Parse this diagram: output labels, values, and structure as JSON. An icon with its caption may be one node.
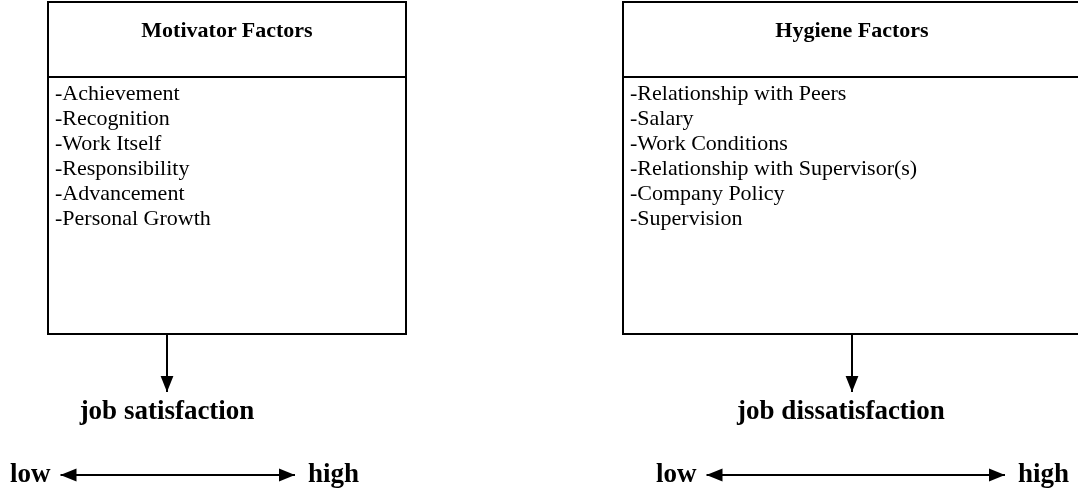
{
  "diagram": {
    "nodes": [
      {
        "text": [
          "Motivator Factors",
          "-Achievement",
          "-Recognition",
          "-Work Itself",
          "-Responsibility",
          "-Advancement",
          "-Personal Growth"
        ]
      },
      {
        "text": [
          "job satisfaction"
        ]
      },
      {
        "text": [
          "low"
        ]
      },
      {
        "text": [
          "high"
        ]
      },
      {
        "text": [
          "Hygiene Factors",
          "-Relationship with Peers",
          "-Salary",
          "-Work Conditions",
          "-Relationship with Supervisor(s)",
          "-Company Policy",
          "-Supervision"
        ]
      },
      {
        "text": [
          "job dissatisfaction"
        ]
      },
      {
        "text": [
          "low"
        ]
      },
      {
        "text": [
          "high"
        ]
      }
    ],
    "edges": [
      {
        "from": 0,
        "to": 1,
        "arrow": "to"
      },
      {
        "from": 2,
        "to": 3,
        "arrow": "both"
      },
      {
        "from": 4,
        "to": 5,
        "arrow": "to"
      },
      {
        "from": 6,
        "to": 7,
        "arrow": "both"
      }
    ]
  }
}
